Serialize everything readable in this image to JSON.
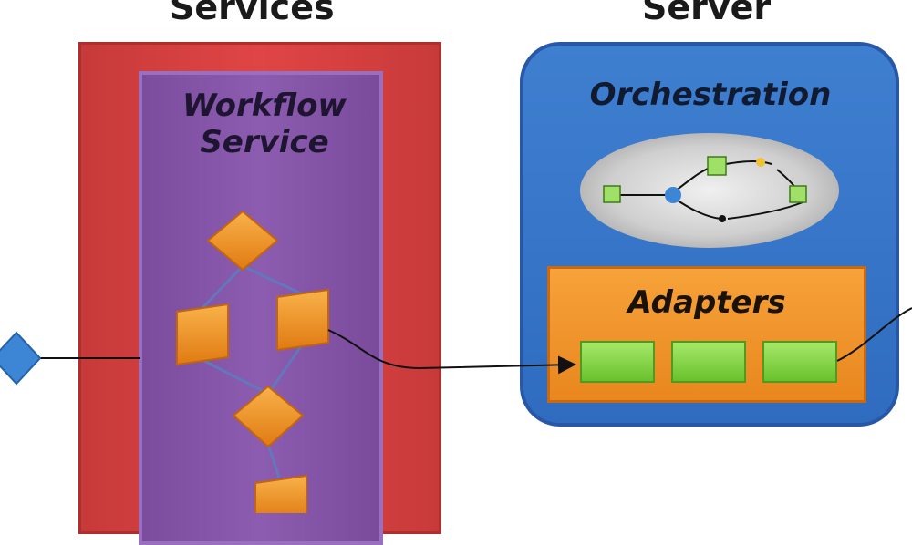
{
  "columns": {
    "left_title": "Services",
    "right_title": "Server"
  },
  "workflow": {
    "title_line1": "Workflow",
    "title_line2": "Service"
  },
  "server": {
    "orchestration_label": "Orchestration",
    "adapters_label": "Adapters"
  },
  "colors": {
    "services_red": "#e04545",
    "workflow_purple": "#8c5cb0",
    "server_blue": "#3f7fd0",
    "adapters_orange": "#f7a23a",
    "adapter_green": "#7fd04a",
    "shape_orange": "#f39a2a"
  }
}
